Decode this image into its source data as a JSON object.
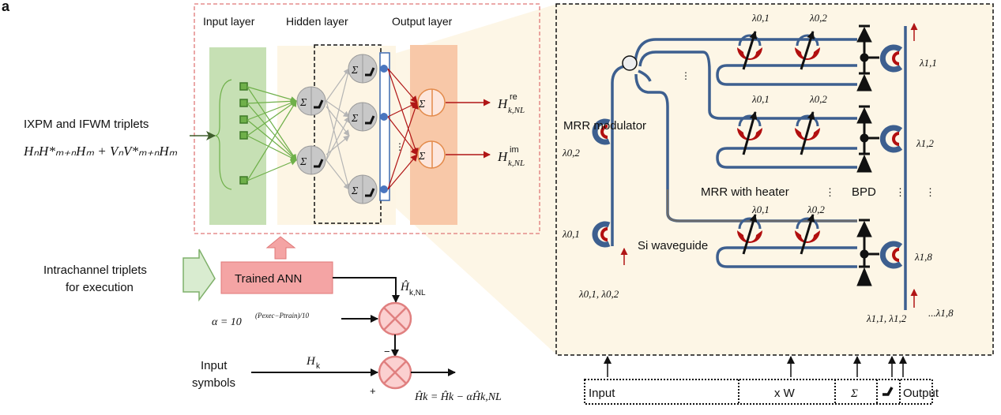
{
  "panel_label": "a",
  "ann": {
    "input_layer": "Input layer",
    "hidden_layer": "Hidden layer",
    "output_layer": "Output layer",
    "out_re_base": "H",
    "out_re_sup": "re",
    "out_re_sub": "k,NL",
    "out_im_base": "H",
    "out_im_sup": "im",
    "out_im_sub": "k,NL",
    "sum_symbol": "Σ",
    "vdots": "⋮"
  },
  "input_desc": {
    "title": "IXPM and IFWM triplets",
    "formula": "HₙH*ₘ₊ₙHₘ + VₙV*ₘ₊ₙHₘ"
  },
  "execution": {
    "label_line1": "Intrachannel triplets",
    "label_line2": "for execution",
    "trained_ann": "Trained ANN",
    "h_nl_label": "Ĥ",
    "h_nl_sub": "k,NL",
    "alpha_formula": "α = 10",
    "alpha_exponent": "(Pexec−Ptrain)/10",
    "minus": "−",
    "plus": "+",
    "input_line1": "Input",
    "input_line2": "symbols",
    "hk": "H",
    "hk_sub": "k",
    "result": "Ĥk = Ĥk − αĤk,NL"
  },
  "photonic": {
    "mrr_modulator": "MRR modulator",
    "si_waveguide": "Si waveguide",
    "mrr_heater": "MRR with heater",
    "bpd": "BPD",
    "lambda_01": "λ0,1",
    "lambda_02": "λ0,2",
    "lambda_11": "λ1,1",
    "lambda_12": "λ1,2",
    "lambda_18": "λ1,8",
    "input_lambdas": "λ0,1, λ0,2",
    "output_lambdas": "λ1,1, λ1,2",
    "output_lambdas_tail": "...λ1,8"
  },
  "legend": {
    "input": "Input",
    "xw": "x W",
    "sigma": "Σ",
    "output": "Output"
  },
  "colors": {
    "input_layer_bg": "#c6e0b4",
    "hidden_layer_bg": "#fdf5e4",
    "output_layer_bg": "#f8c8a8",
    "green_node": "#5aa33a",
    "waveguide_blue": "#3d5f8f",
    "mrr_red": "#b20f0f",
    "arrow_red": "#b01616",
    "ann_box": "#f4a4a4",
    "photonic_bg": "#fdf6e6"
  }
}
